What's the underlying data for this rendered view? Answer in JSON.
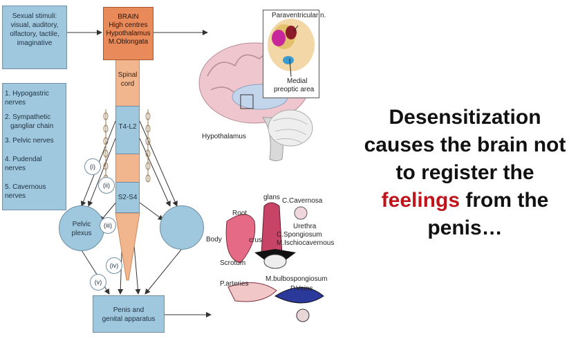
{
  "stimuli": {
    "lines": [
      "Sexual stimuli:",
      "visual, auditory,",
      "olfactory, tactile,",
      "imaginative"
    ]
  },
  "brain": {
    "lines": [
      "BRAIN",
      "High centres",
      "Hypothalamus",
      "M.Oblongata"
    ]
  },
  "spinal_cord": {
    "lines": [
      "Spinal",
      "cord"
    ]
  },
  "segments": {
    "upper": "T4-L2",
    "lower": "S2-S4"
  },
  "nerves": [
    "1. Hypogastric nerves",
    "2. Sympathetic",
    "gangliar chain",
    "3. Pelvic nerves",
    "4. Pudendal nerves",
    "5. Cavernous nerves"
  ],
  "pathways": [
    "(i)",
    "(ii)",
    "(iii)",
    "(iv)",
    "(v)"
  ],
  "pelvic_plexus": {
    "lines": [
      "Pelvic",
      "plexus"
    ]
  },
  "penis_box": {
    "lines": [
      "Penis and",
      "genital apparatus"
    ]
  },
  "brain_labels": {
    "paraventricular": "Paraventricular n.",
    "medial_1": "Medial",
    "medial_2": "preoptic area",
    "hypothalamus": "Hypothalamus"
  },
  "anatomy_labels": {
    "glans": "glans",
    "c_cavernosa": "C.Cavernosa",
    "root": "Root",
    "urethra": "Urethra",
    "c_spongiosum": "C.Spongiosum",
    "body": "Body",
    "crus": "crus",
    "m_ischio": "M.Ischiocavernous",
    "scrotum": "Scrotum",
    "m_bulbo": "M.bulbospongiosum",
    "p_arteries": "P.arteries",
    "p_veins": "P.Veins"
  },
  "statement": {
    "line1": "Desensitization",
    "line2": "causes the brain not",
    "line3": "to register the",
    "highlight": "feelings",
    "line4_rest": " from the",
    "line5": "penis…"
  },
  "colors": {
    "box_blue": "#9fc7de",
    "brain_orange": "#e98a5b",
    "cord_peach": "#f2b68e",
    "highlight_red": "#c0141c"
  }
}
